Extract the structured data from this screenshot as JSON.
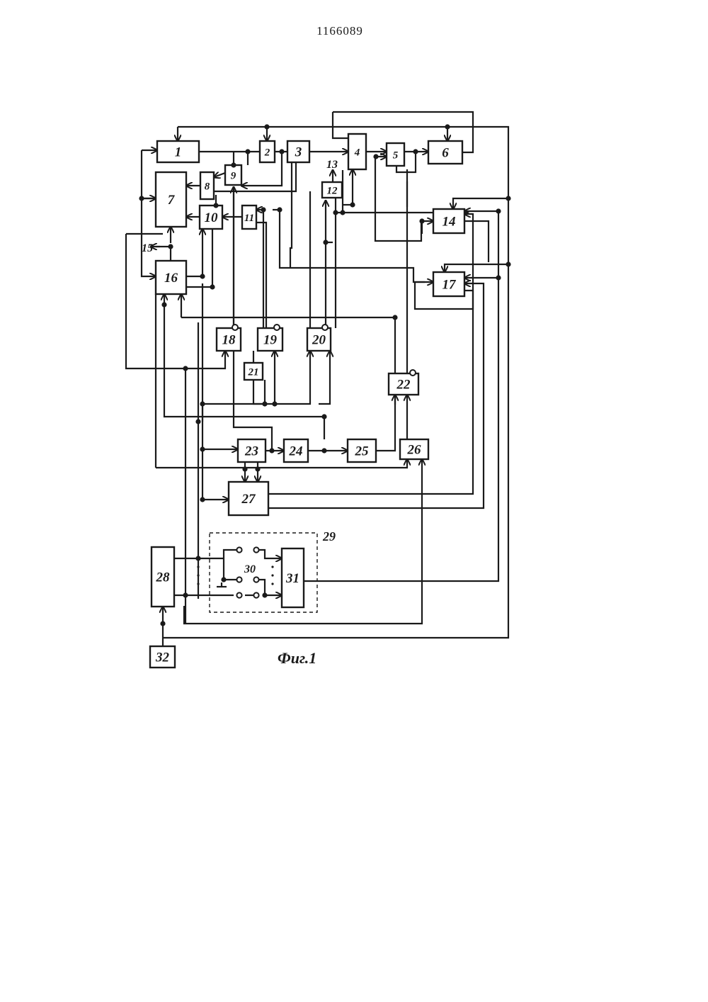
{
  "document": {
    "patent_number": "1166089",
    "figure_caption": "Фиг.1"
  },
  "blocks": [
    {
      "id": "1",
      "label": "1"
    },
    {
      "id": "2",
      "label": "2"
    },
    {
      "id": "3",
      "label": "3"
    },
    {
      "id": "4",
      "label": "4"
    },
    {
      "id": "5",
      "label": "5"
    },
    {
      "id": "6",
      "label": "6"
    },
    {
      "id": "7",
      "label": "7"
    },
    {
      "id": "8",
      "label": "8"
    },
    {
      "id": "9",
      "label": "9"
    },
    {
      "id": "10",
      "label": "10"
    },
    {
      "id": "11",
      "label": "11"
    },
    {
      "id": "12",
      "label": "12"
    },
    {
      "id": "14",
      "label": "14"
    },
    {
      "id": "16",
      "label": "16"
    },
    {
      "id": "17",
      "label": "17"
    },
    {
      "id": "18",
      "label": "18"
    },
    {
      "id": "19",
      "label": "19"
    },
    {
      "id": "20",
      "label": "20"
    },
    {
      "id": "21",
      "label": "21"
    },
    {
      "id": "22",
      "label": "22"
    },
    {
      "id": "23",
      "label": "23"
    },
    {
      "id": "24",
      "label": "24"
    },
    {
      "id": "25",
      "label": "25"
    },
    {
      "id": "26",
      "label": "26"
    },
    {
      "id": "27",
      "label": "27"
    },
    {
      "id": "28",
      "label": "28"
    },
    {
      "id": "31",
      "label": "31"
    },
    {
      "id": "32",
      "label": "32"
    }
  ],
  "terminals": [
    {
      "id": "13",
      "label": "13"
    },
    {
      "id": "15",
      "label": "15"
    }
  ],
  "groups": [
    {
      "id": "29",
      "label": "29"
    },
    {
      "id": "30",
      "label": "30"
    }
  ]
}
